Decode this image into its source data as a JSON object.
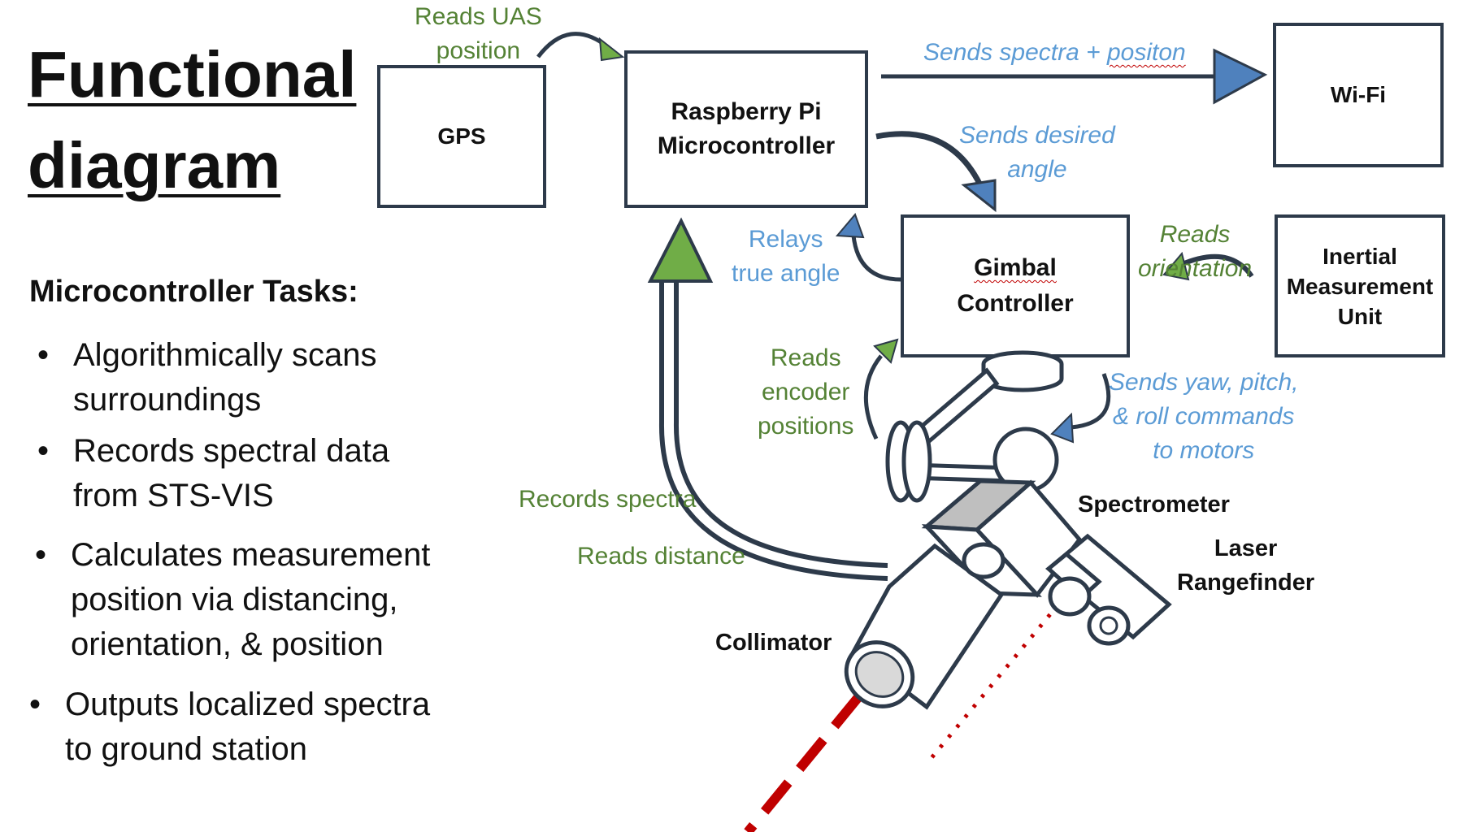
{
  "title": {
    "line1": "Functional",
    "line2": "diagram"
  },
  "tasks": {
    "heading": "Microcontroller Tasks:",
    "bullet": "•",
    "items": [
      {
        "line1": "Algorithmically scans",
        "line2": "surroundings"
      },
      {
        "line1": "Records spectral data",
        "line2": "from STS-VIS"
      },
      {
        "line1": "Calculates measurement",
        "line2": "position via distancing,",
        "line3": "orientation, & position"
      },
      {
        "line1": "Outputs localized spectra",
        "line2": "to ground station"
      }
    ]
  },
  "boxes": {
    "gps": "GPS",
    "pi": {
      "line1": "Raspberry Pi",
      "line2": "Microcontroller"
    },
    "wifi": "Wi-Fi",
    "gimbal": {
      "line1": "Gimbal",
      "line2": "Controller"
    },
    "imu": {
      "line1": "Inertial",
      "line2": "Measurement",
      "line3": "Unit"
    }
  },
  "labels": {
    "reads_uas": {
      "line1": "Reads UAS",
      "line2": "position"
    },
    "sends_spectra": {
      "prefix": "Sends spectra + ",
      "word": "positon"
    },
    "sends_angle": {
      "line1": "Sends desired",
      "line2": "angle"
    },
    "relays": {
      "line1": "Relays",
      "line2": "true angle"
    },
    "reads_orientation": {
      "line1": "Reads",
      "line2": "orientation"
    },
    "reads_encoder": {
      "line1": "Reads",
      "line2": "encoder",
      "line3": "positions"
    },
    "sends_yaw": {
      "line1": "Sends yaw, pitch,",
      "line2": "& roll commands",
      "line3": "to motors"
    },
    "records_spectra": "Records spectra",
    "reads_distance": "Reads distance",
    "spectrometer": "Spectrometer",
    "laser": {
      "line1": "Laser",
      "line2": "Rangefinder"
    },
    "collimator": "Collimator"
  },
  "colors": {
    "green": "#548235",
    "blue": "#5b9bd5",
    "navy": "#2d3a4a",
    "green_arrow": "#70ad47",
    "blue_arrow": "#4f81bd",
    "laser_red": "#c00000",
    "gray": "#bfbfbf"
  }
}
